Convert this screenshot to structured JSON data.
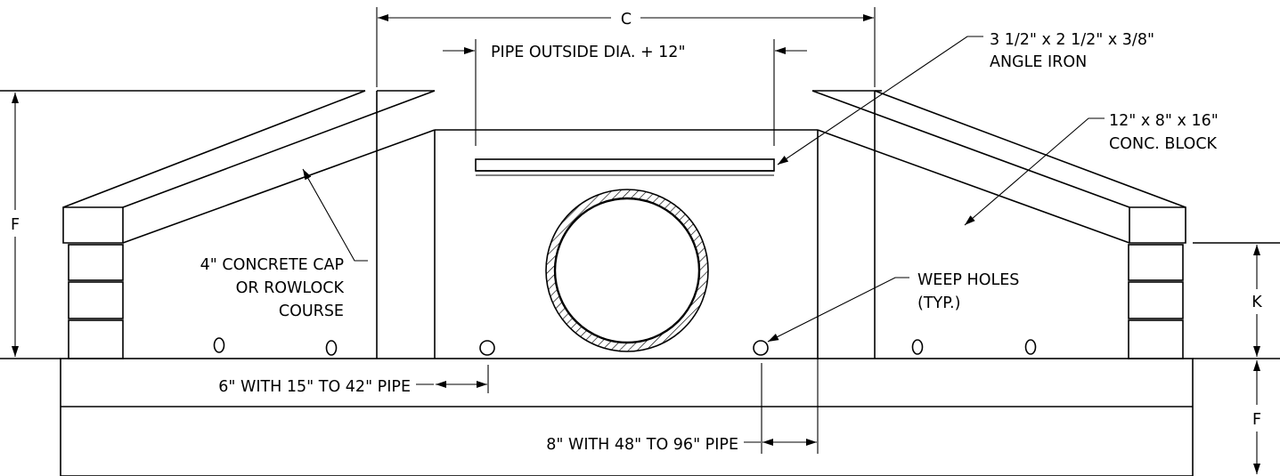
{
  "drawing": {
    "dimensions": {
      "width_c": "C",
      "height_f_left": "F",
      "height_k": "K",
      "height_f_right": "F",
      "angle_span": "PIPE OUTSIDE DIA. + 12\""
    },
    "callouts": {
      "angle_iron_line1": "3 1/2\" x 2 1/2\" x 3/8\"",
      "angle_iron_line2": "ANGLE IRON",
      "block_line1": "12\" x 8\" x 16\"",
      "block_line2": "CONC. BLOCK",
      "cap_line1": "4\" CONCRETE CAP",
      "cap_line2": "OR ROWLOCK",
      "cap_line3": "COURSE",
      "weep_line1": "WEEP HOLES",
      "weep_line2": "(TYP.)",
      "footing_small": "6\" WITH 15\" TO 42\" PIPE",
      "footing_large": "8\" WITH 48\" TO 96\" PIPE"
    }
  }
}
